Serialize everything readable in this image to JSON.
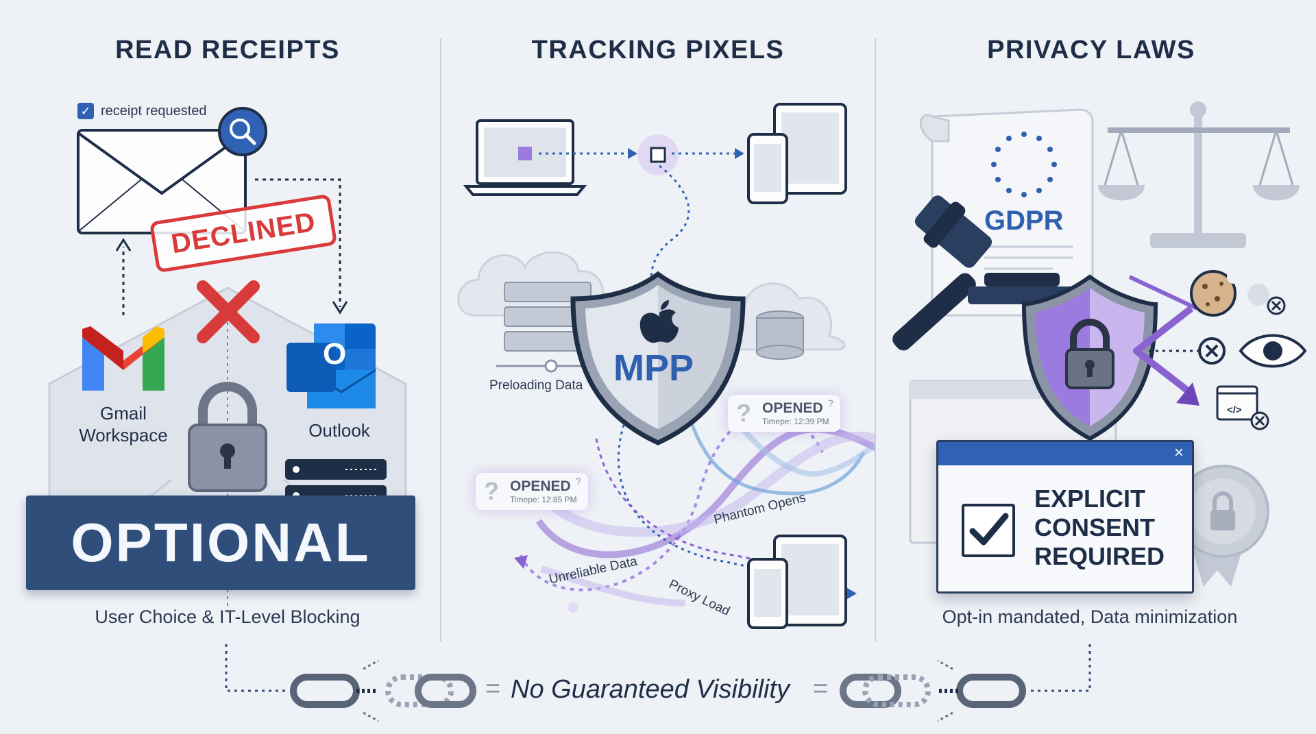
{
  "columns": {
    "read_receipts": {
      "title": "READ RECEIPTS",
      "checkbox_label": "receipt requested",
      "stamp": "DECLINED",
      "gmail_label": "Gmail\nWorkspace",
      "outlook_label": "Outlook",
      "outlook_letter": "O",
      "banner": "OPTIONAL",
      "caption": "User Choice & IT-Level Blocking"
    },
    "tracking_pixels": {
      "title": "TRACKING PIXELS",
      "preloading_label": "Preloading Data",
      "shield_label": "MPP",
      "opened_1": {
        "label": "OPENED",
        "time": "Timepe: 12:85 PM",
        "mark": "?"
      },
      "opened_2": {
        "label": "OPENED",
        "time": "Timepe: 12:39 PM",
        "mark": "?"
      },
      "arc_labels": [
        "Unreliable Data",
        "Proxy Load",
        "Phantom Opens"
      ]
    },
    "privacy_laws": {
      "title": "PRIVACY LAWS",
      "gdpr": "GDPR",
      "consent_lines": [
        "EXPLICIT",
        "CONSENT",
        "REQUIRED"
      ],
      "close_glyph": "×",
      "code_glyph": "</>",
      "caption": "Opt-in mandated, Data minimization"
    }
  },
  "footer": {
    "text": "No Guaranteed Visibility",
    "equals": "="
  },
  "colors": {
    "navy": "#1f2e47",
    "blue": "#2f62b5",
    "purple": "#8a63d2",
    "red": "#d93a3a",
    "steel": "#2f4f7a"
  }
}
